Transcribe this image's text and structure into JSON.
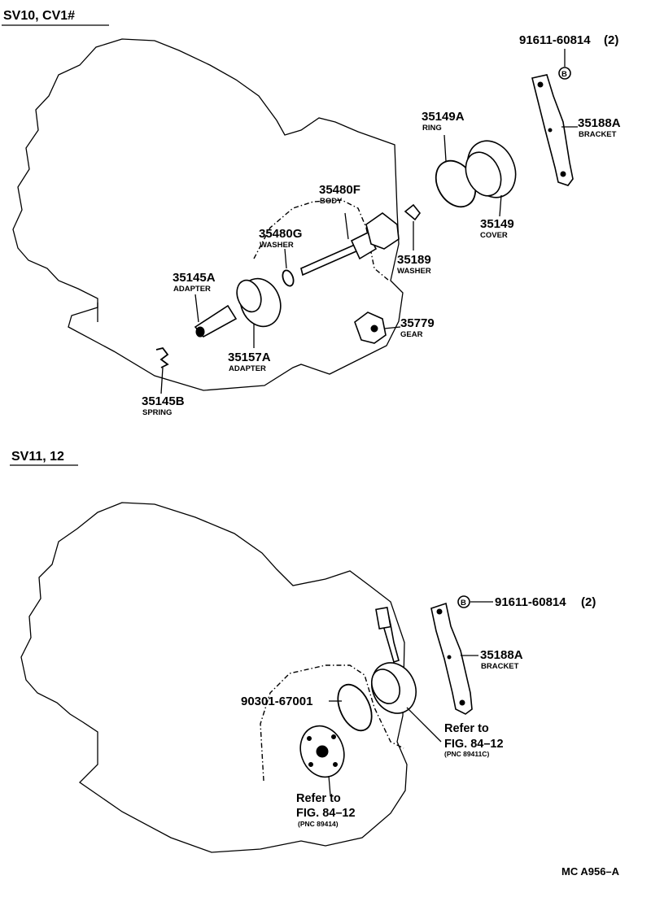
{
  "sections": [
    {
      "title": "SV10, CV1#",
      "callouts": [
        {
          "id": "91611-60814",
          "qty": "(2)",
          "name": ""
        },
        {
          "id": "35188A",
          "name": "BRACKET"
        },
        {
          "id": "35149A",
          "name": "RING"
        },
        {
          "id": "35149",
          "name": "COVER"
        },
        {
          "id": "35480F",
          "name": "BODY"
        },
        {
          "id": "35480G",
          "name": "WASHER"
        },
        {
          "id": "35189",
          "name": "WASHER"
        },
        {
          "id": "35145A",
          "name": "ADAPTER"
        },
        {
          "id": "35157A",
          "name": "ADAPTER"
        },
        {
          "id": "35779",
          "name": "GEAR"
        },
        {
          "id": "35145B",
          "name": "SPRING"
        }
      ]
    },
    {
      "title": "SV11, 12",
      "callouts": [
        {
          "id": "91611-60814",
          "qty": "(2)",
          "name": ""
        },
        {
          "id": "35188A",
          "name": "BRACKET"
        },
        {
          "id": "90301-67001",
          "name": ""
        }
      ],
      "references": [
        {
          "line1": "Refer to",
          "line2": "FIG. 84–12",
          "pnc": "(PNC 89411C)"
        },
        {
          "line1": "Refer to",
          "line2": "FIG. 84–12",
          "pnc": "(PNC 89414)"
        }
      ]
    }
  ],
  "bolt_symbol": "B",
  "figure_code": "MC A956–A"
}
